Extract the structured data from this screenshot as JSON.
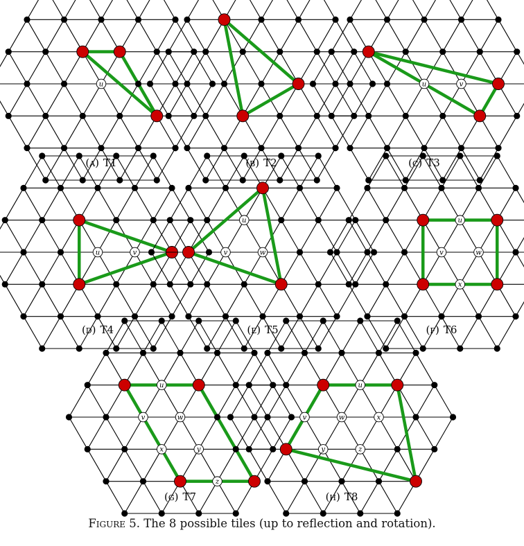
{
  "figure": {
    "caption_label": "Figure 5.",
    "caption_text": "The 8 possible tiles (up to reflection and rotation)."
  },
  "colors": {
    "edge": "#000000",
    "tile_edge": "#1a9a1a",
    "red_node": "#cc0000",
    "black_node": "#000000",
    "white_node": "#ffffff"
  },
  "tiles": [
    {
      "id": "T1",
      "sub": "(a)",
      "name": "T1",
      "red": [
        [
          0,
          -1
        ],
        [
          1,
          1
        ],
        [
          1,
          -1
        ]
      ],
      "polygon": [
        [
          0,
          -1
        ],
        [
          1,
          1
        ],
        [
          1,
          -1
        ]
      ],
      "white": [
        {
          "node": [
            0,
            0
          ],
          "label": "u"
        }
      ]
    },
    {
      "id": "T2",
      "sub": "(b)",
      "name": "T2",
      "red": [
        [
          0,
          -2
        ],
        [
          -1,
          1
        ],
        [
          1,
          0
        ]
      ],
      "polygon": [
        [
          0,
          -2
        ],
        [
          -1,
          1
        ],
        [
          1,
          0
        ]
      ],
      "white": []
    },
    {
      "id": "T3",
      "sub": "(c)",
      "name": "T3",
      "red": [
        [
          -1,
          -1
        ],
        [
          2,
          0
        ],
        [
          1,
          1
        ]
      ],
      "polygon": [
        [
          -1,
          -1
        ],
        [
          2,
          0
        ],
        [
          1,
          1
        ]
      ],
      "white": [
        {
          "node": [
            0,
            0
          ],
          "label": "u"
        },
        {
          "node": [
            1,
            0
          ],
          "label": "v"
        }
      ]
    },
    {
      "id": "T4",
      "sub": "(d)",
      "name": "T4",
      "red": [
        [
          0,
          -1
        ],
        [
          2,
          0
        ],
        [
          -1,
          1
        ]
      ],
      "polygon": [
        [
          0,
          -1
        ],
        [
          2,
          0
        ],
        [
          -1,
          1
        ]
      ],
      "white": [
        {
          "node": [
            0,
            0
          ],
          "label": "u"
        },
        {
          "node": [
            1,
            0
          ],
          "label": "v"
        }
      ]
    },
    {
      "id": "T5",
      "sub": "(e)",
      "name": "T5",
      "red": [
        [
          1,
          -2
        ],
        [
          -2,
          0
        ],
        [
          0,
          1
        ]
      ],
      "polygon": [
        [
          1,
          -2
        ],
        [
          -2,
          0
        ],
        [
          0,
          1
        ]
      ],
      "white": [
        {
          "node": [
            0,
            -1
          ],
          "label": "u"
        },
        {
          "node": [
            -1,
            0
          ],
          "label": "v"
        },
        {
          "node": [
            0,
            0
          ],
          "label": "w"
        }
      ]
    },
    {
      "id": "T6",
      "sub": "(f)",
      "name": "T6",
      "red": [
        [
          0,
          -1
        ],
        [
          2,
          -1
        ],
        [
          1,
          1
        ],
        [
          -1,
          1
        ]
      ],
      "polygon": [
        [
          0,
          -1
        ],
        [
          2,
          -1
        ],
        [
          1,
          1
        ],
        [
          -1,
          1
        ]
      ],
      "white": [
        {
          "node": [
            1,
            -1
          ],
          "label": "u"
        },
        {
          "node": [
            0,
            0
          ],
          "label": "v"
        },
        {
          "node": [
            1,
            0
          ],
          "label": "w"
        },
        {
          "node": [
            0,
            1
          ],
          "label": "x"
        }
      ]
    },
    {
      "id": "T7",
      "sub": "(g)",
      "name": "T7",
      "red": [
        [
          -1,
          -1
        ],
        [
          1,
          -1
        ],
        [
          1,
          2
        ],
        [
          -1,
          2
        ]
      ],
      "polygon": [
        [
          -1,
          -1
        ],
        [
          1,
          -1
        ],
        [
          1,
          2
        ],
        [
          -1,
          2
        ]
      ],
      "white": [
        {
          "node": [
            0,
            -1
          ],
          "label": "u"
        },
        {
          "node": [
            -1,
            0
          ],
          "label": "v"
        },
        {
          "node": [
            0,
            0
          ],
          "label": "w"
        },
        {
          "node": [
            -1,
            1
          ],
          "label": "x"
        },
        {
          "node": [
            0,
            1
          ],
          "label": "y"
        },
        {
          "node": [
            0,
            2
          ],
          "label": "z"
        }
      ]
    },
    {
      "id": "T8",
      "sub": "(h)",
      "name": "T8",
      "red": [
        [
          0,
          -1
        ],
        [
          2,
          -1
        ],
        [
          -2,
          1
        ],
        [
          1,
          2
        ]
      ],
      "polygon": [
        [
          0,
          -1
        ],
        [
          2,
          -1
        ],
        [
          1,
          2
        ],
        [
          -2,
          1
        ]
      ],
      "white": [
        {
          "node": [
            1,
            -1
          ],
          "label": "u"
        },
        {
          "node": [
            -1,
            0
          ],
          "label": "v"
        },
        {
          "node": [
            0,
            0
          ],
          "label": "w"
        },
        {
          "node": [
            1,
            0
          ],
          "label": "x"
        },
        {
          "node": [
            -1,
            1
          ],
          "label": "y"
        },
        {
          "node": [
            0,
            1
          ],
          "label": "z"
        }
      ]
    }
  ]
}
